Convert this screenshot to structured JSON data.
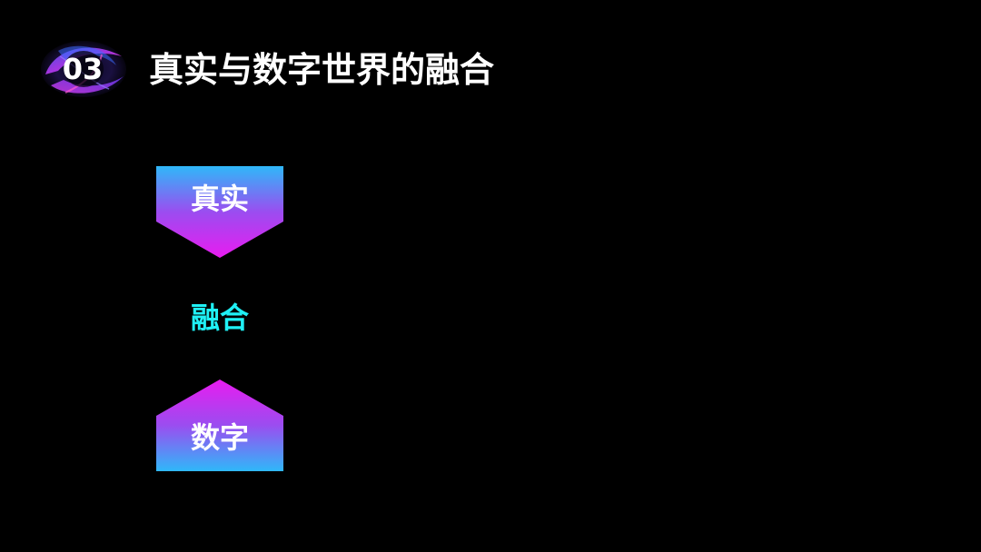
{
  "header": {
    "section_number": "03",
    "title": "真实与数字世界的融合"
  },
  "diagram": {
    "top_label": "真实",
    "middle_label": "融合",
    "bottom_label": "数字"
  },
  "colors": {
    "background": "#000000",
    "gradient_blue": "#2fb8f9",
    "gradient_purple": "#9b4df0",
    "gradient_magenta": "#e81cf0",
    "middle_text": "#1ff0f5",
    "text": "#ffffff"
  }
}
